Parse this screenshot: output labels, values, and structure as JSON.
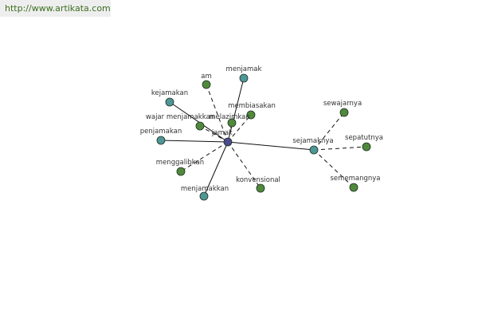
{
  "source": {
    "text": "http://www.artikata.com"
  },
  "colors": {
    "center": "#4a4a8c",
    "synonym": "#4f9696",
    "related": "#4f8a3c",
    "edge": "#111111"
  },
  "graph": {
    "nodes": [
      {
        "id": "jamak",
        "label": "jamak",
        "kind": "center"
      },
      {
        "id": "menjamak",
        "label": "menjamak",
        "kind": "synonym"
      },
      {
        "id": "am",
        "label": "am",
        "kind": "related"
      },
      {
        "id": "kejamakan",
        "label": "kejamakan",
        "kind": "synonym"
      },
      {
        "id": "membiasakan",
        "label": "membiasakan",
        "kind": "related"
      },
      {
        "id": "wajar-menjamakkan",
        "label": "wajar menjamakkan",
        "kind": "related"
      },
      {
        "id": "melazimkan",
        "label": "melazimkan",
        "kind": "related"
      },
      {
        "id": "penjamakan",
        "label": "penjamakan",
        "kind": "synonym"
      },
      {
        "id": "menggalibkan",
        "label": "menggalibkan",
        "kind": "related"
      },
      {
        "id": "menjamakkan",
        "label": "menjamakkan",
        "kind": "synonym"
      },
      {
        "id": "konvensional",
        "label": "konvensional",
        "kind": "related"
      },
      {
        "id": "sejamaknya",
        "label": "sejamaknya",
        "kind": "synonym"
      },
      {
        "id": "sewajarnya",
        "label": "sewajarnya",
        "kind": "related"
      },
      {
        "id": "sepatutnya",
        "label": "sepatutnya",
        "kind": "related"
      },
      {
        "id": "sememangnya",
        "label": "sememangnya",
        "kind": "related"
      }
    ],
    "edges": [
      {
        "from": "jamak",
        "to": "menjamak",
        "style": "solid"
      },
      {
        "from": "jamak",
        "to": "am",
        "style": "dashed"
      },
      {
        "from": "jamak",
        "to": "kejamakan",
        "style": "solid"
      },
      {
        "from": "jamak",
        "to": "membiasakan",
        "style": "dashed"
      },
      {
        "from": "jamak",
        "to": "wajar-menjamakkan",
        "style": "dashed"
      },
      {
        "from": "jamak",
        "to": "melazimkan",
        "style": "dashed"
      },
      {
        "from": "jamak",
        "to": "penjamakan",
        "style": "solid"
      },
      {
        "from": "jamak",
        "to": "menggalibkan",
        "style": "dashed"
      },
      {
        "from": "jamak",
        "to": "menjamakkan",
        "style": "solid"
      },
      {
        "from": "jamak",
        "to": "konvensional",
        "style": "dashed"
      },
      {
        "from": "jamak",
        "to": "sejamaknya",
        "style": "solid"
      },
      {
        "from": "sejamaknya",
        "to": "sewajarnya",
        "style": "dashed"
      },
      {
        "from": "sejamaknya",
        "to": "sepatutnya",
        "style": "dashed"
      },
      {
        "from": "sejamaknya",
        "to": "sememangnya",
        "style": "dashed"
      }
    ]
  }
}
